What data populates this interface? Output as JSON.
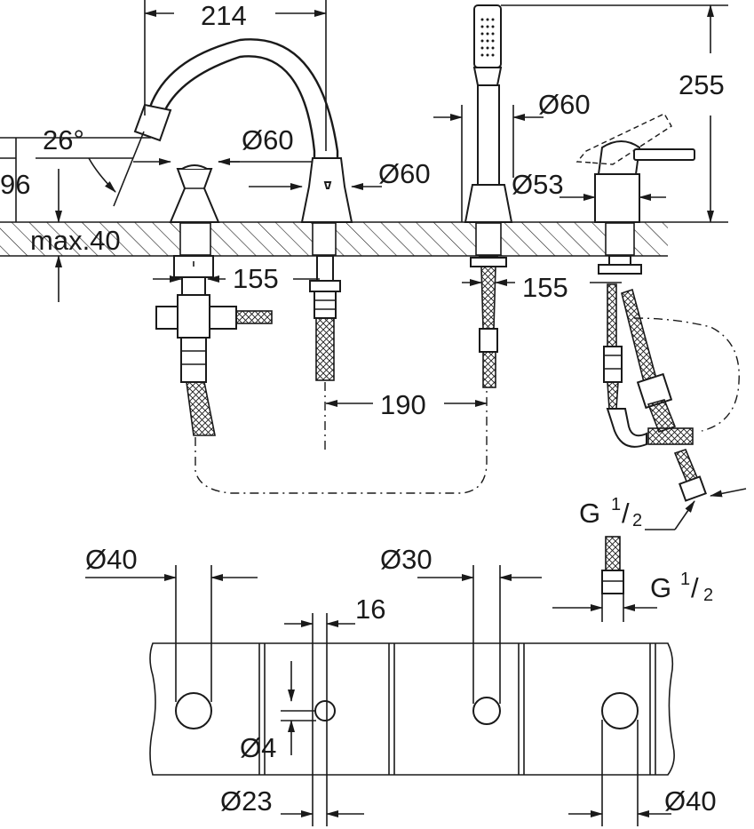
{
  "dimensions": {
    "spout_width": "214",
    "total_height": "255",
    "spout_angle": "26°",
    "spout_height": "96",
    "max_deck": "max.40",
    "dia_base_left": "Ø60",
    "dia_base_mid": "Ø60",
    "dia_base_right": "Ø60",
    "dia_handle": "Ø53",
    "offset_left": "155",
    "offset_right": "155",
    "spacing": "190",
    "thread_upper_g": "G",
    "thread_upper_num": "1",
    "thread_upper_den": "2",
    "thread_lower_g": "G",
    "thread_lower_num": "1",
    "thread_lower_den": "2",
    "hole_left": "Ø40",
    "hole_mid": "Ø30",
    "hole_gap": "16",
    "hole_small": "Ø4",
    "hole_small_outer": "Ø23",
    "hole_right": "Ø40"
  }
}
